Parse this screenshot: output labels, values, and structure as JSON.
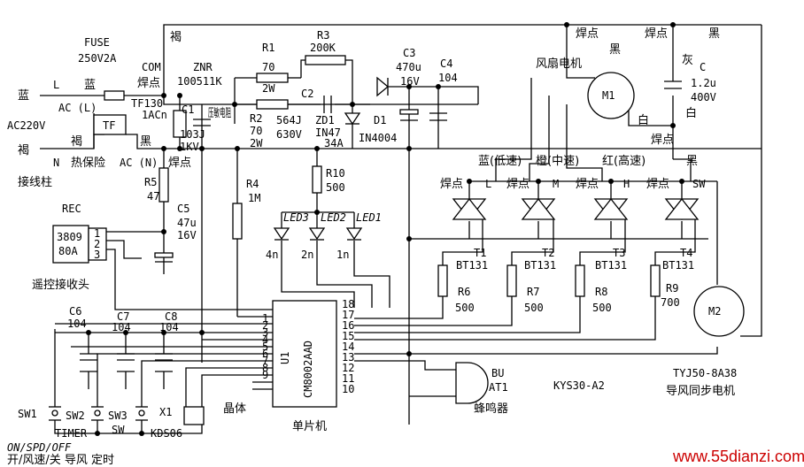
{
  "labels": {
    "fuse": "FUSE",
    "fuse_rating": "250V2A",
    "blue_left": "蓝",
    "L": "L",
    "blue_mid": "蓝",
    "ac_l": "AC (L)",
    "tf130": "TF130",
    "ac220": "AC220V",
    "tf": "TF",
    "brown_left": "褐",
    "N": "N",
    "brown_mid": "褐",
    "black_mid": "黑",
    "thermal": "热保险",
    "ac_n": "AC (N)",
    "solder_n": "焊点",
    "terminal": "接线柱",
    "com": "COM",
    "com_solder": "焊点",
    "brown_top": "褐",
    "znr": "ZNR",
    "znr_val": "100511K",
    "c1_1": "1ACn",
    "c1": "C1",
    "c1_val": "103J",
    "c1_v": "1KV",
    "varistor": "压敏电阻",
    "r1": "R1",
    "r1_v": "70",
    "r1_p": "2W",
    "r2": "R2",
    "r2_v": "70",
    "r2_p": "2W",
    "r3": "R3",
    "r3_v": "200K",
    "c2": "C2",
    "c2_v": "564J",
    "c2_vv": "630V",
    "zd1": "ZD1",
    "zd1_v": "IN47",
    "zd1_vv": "34A",
    "d1": "D1",
    "d1_v": "IN4004",
    "c3": "C3",
    "c3_v": "470u",
    "c3_vv": "16V",
    "c4": "C4",
    "c4_v": "104",
    "fan_motor": "风扇电机",
    "m1": "M1",
    "solder1": "焊点",
    "black1": "黑",
    "solder2": "焊点",
    "black2": "黑",
    "gray": "灰",
    "c_cap": "C",
    "c_val": "1.2u",
    "c_vv": "400V",
    "white1": "白",
    "white2": "白",
    "solder3": "焊点",
    "speed_low": "蓝(低速)",
    "speed_mid": "橙(中速)",
    "speed_high": "红(高速)",
    "black_sw": "黑",
    "s_l": "焊点",
    "pin_l": "L",
    "s_m": "焊点",
    "pin_m": "M",
    "s_h": "焊点",
    "pin_h": "H",
    "s_sw": "焊点",
    "pin_sw": "SW",
    "t1": "T1",
    "t1_v": "BT131",
    "t2": "T2",
    "t2_v": "BT131",
    "t3": "T3",
    "t3_v": "BT131",
    "t4": "T4",
    "t4_v": "BT131",
    "r6": "R6",
    "r6_v": "500",
    "r7": "R7",
    "r7_v": "500",
    "r8": "R8",
    "r8_v": "500",
    "r9": "R9",
    "r9_v": "700",
    "m2": "M2",
    "r5": "R5",
    "r5_v": "47",
    "c5": "C5",
    "c5_v": "47u",
    "c5_vv": "16V",
    "r4": "R4",
    "r4_v": "1M",
    "r10": "R10",
    "r10_v": "500",
    "led3": "LED3",
    "led2": "LED2",
    "led1": "LED1",
    "n4": "4n",
    "n2": "2n",
    "n1": "1n",
    "rec": "REC",
    "rec_v1": "3809",
    "rec_v2": "80A",
    "rec_p1": "1",
    "rec_p2": "2",
    "rec_p3": "3",
    "remote": "遥控接收头",
    "c6": "C6",
    "c6_v": "104",
    "c7": "C7",
    "c7_v": "104",
    "c8": "C8",
    "c8_v": "104",
    "u1": "U1",
    "u1_v": "CM8002AAD",
    "pins_left": [
      "1",
      "2",
      "3",
      "4",
      "5",
      "6",
      "7",
      "8",
      "9"
    ],
    "pins_right": [
      "18",
      "17",
      "16",
      "15",
      "14",
      "13",
      "12",
      "11",
      "10"
    ],
    "bu": "BU",
    "at1": "AT1",
    "kys": "KYS30-A2",
    "tyj": "TYJ50-8A38",
    "buzzer": "蜂鸣器",
    "sync_motor": "导风同步电机",
    "x1": "X1",
    "kds": "KDS06",
    "crystal": "晶体",
    "mcu": "单片机",
    "sw1": "SW1",
    "sw2": "SW2",
    "sw3": "SW3",
    "timer": "TIMER",
    "sw": "SW",
    "bottom1": "ON/SPD/OFF",
    "bottom2": "开/风速/关 导风 定时",
    "watermark": "www.55dianzi.com"
  }
}
